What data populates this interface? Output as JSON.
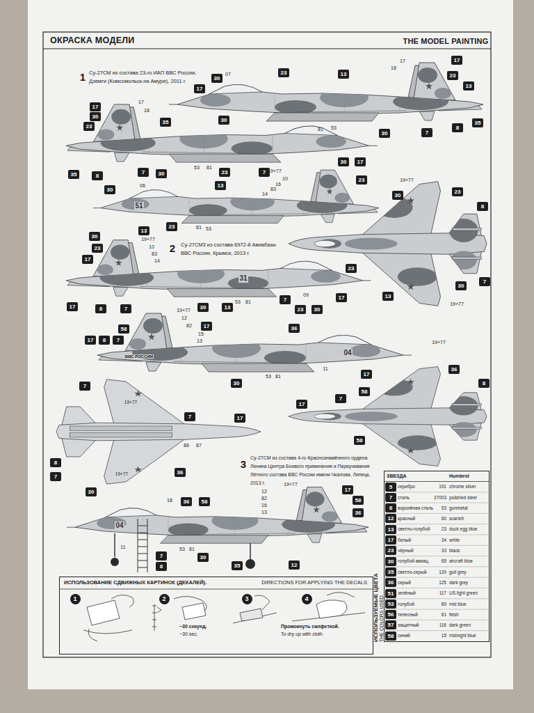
{
  "diagram": {
    "title": "ОКРАСКА МОДЕЛИ",
    "nodes": [
      {
        "text": [
          "ИСПОЛЬЗОВАНИЕ СДВИЖНЫХ КАРТИНОК (ДЕКАЛЕЙ).",
          "DIRECTIONS FOR APPLYING THE DECALS"
        ]
      },
      {
        "text": [
          "ИСПОЛЬЗУЕМЫЕ ЦВЕТА",
          "THE COLORS USED"
        ]
      }
    ],
    "labels": [
      "THE MODEL PAINTING",
      "1",
      "Су-27СМ из состава 23-го ИАП ВВС России,",
      "Дземги (Комсомольск-на Амуре), 2011 г.",
      "17",
      "17",
      "18",
      "23",
      "13",
      "23",
      "07",
      "13",
      "30",
      "17",
      "30",
      "53",
      "81",
      "30",
      "7",
      "8",
      "35",
      "17",
      "30",
      "23",
      "17",
      "18",
      "35",
      "35",
      "8",
      "7",
      "30",
      "53",
      "81",
      "23",
      "7",
      "30",
      "17",
      "23",
      "19+77",
      "10",
      "16",
      "83",
      "14",
      "13",
      "30",
      "06",
      "51",
      "23",
      "81",
      "53",
      "19+77",
      "30",
      "23",
      "8",
      "23",
      "7",
      "30",
      "13",
      "19+77",
      "2",
      "Су-27СМ3 из состава 6972-й Авиабазы",
      "ВВС России, Крымск, 2013 г.",
      "30",
      "23",
      "17",
      "13",
      "19+77",
      "10",
      "83",
      "14",
      "31",
      "17",
      "8",
      "7",
      "30",
      "13",
      "53",
      "81",
      "7",
      "09",
      "23",
      "30",
      "17",
      "17",
      "8",
      "7",
      "58",
      "19+77",
      "12",
      "82",
      "17",
      "15",
      "13",
      "ВВС РОССИИ",
      "36",
      "04",
      "30",
      "53",
      "81",
      "11",
      "17",
      "19+77",
      "36",
      "8",
      "17",
      "7",
      "58",
      "58",
      "7",
      "19+77",
      "7",
      "17",
      "86",
      "87",
      "8",
      "7",
      "36",
      "19+77",
      "30",
      "3",
      "Су-27СМ из состава 4-го Краснознамённого ордена",
      "Ленина Центра Боевого применения и Переучивания",
      "Лётного состава ВВС России имени Чкалова, Липецк,",
      "2013 г.",
      "19+77",
      "17",
      "58",
      "36",
      "12",
      "82",
      "16",
      "13",
      "36",
      "58",
      "18",
      "04",
      "11",
      "53",
      "81",
      "7",
      "8",
      "30",
      "35",
      "12",
      "1",
      "2",
      "3",
      "4",
      "~30 секунд.",
      "~30 sec.",
      "Промокнуть салфеткой.",
      "To dry up with cloth",
      "ЗВЕЗДА",
      "Humbrol",
      "5",
      "серебро",
      "191",
      "chrome silver",
      "7",
      "сталь",
      "27003",
      "polished steel",
      "8",
      "воронёная сталь",
      "53",
      "gunmetal",
      "12",
      "красный",
      "60",
      "scarlett",
      "13",
      "светло-голубой",
      "23",
      "duck egg blue",
      "17",
      "белый",
      "34",
      "white",
      "23",
      "чёрный",
      "33",
      "black",
      "30",
      "голубой авиац.",
      "65",
      "aircraft blue",
      "35",
      "светло-серый",
      "129",
      "gull grey",
      "36",
      "серый",
      "125",
      "dark grey",
      "51",
      "зелёный",
      "117",
      "US light green",
      "53",
      "голубой",
      "89",
      "mid blue",
      "56",
      "телесный",
      "61",
      "flesh",
      "57",
      "защитный",
      "116",
      "dark green",
      "58",
      "синий",
      "15",
      "midnight blue"
    ]
  }
}
